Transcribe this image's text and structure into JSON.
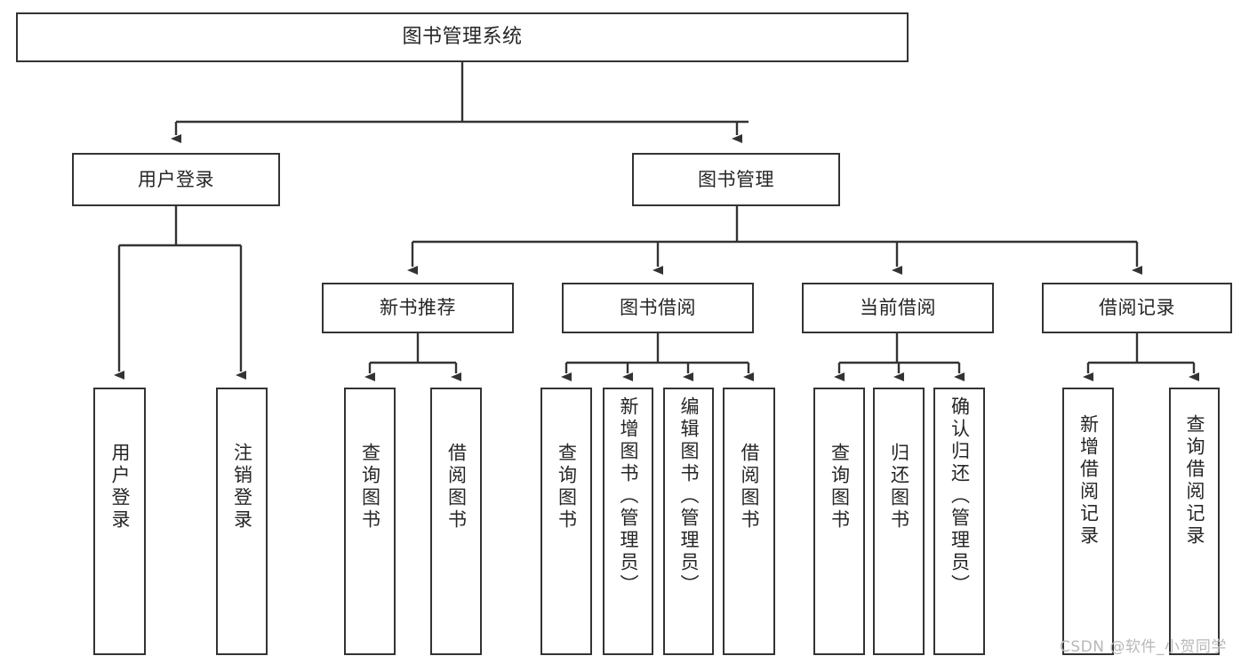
{
  "diagram": {
    "type": "tree-hierarchy",
    "title": "图书管理系统",
    "orientation": "top-down",
    "colors": {
      "box_border": "#333333",
      "box_fill": "#ffffff",
      "edge": "#333333",
      "text": "#262626",
      "watermark": "#b8b8b8",
      "background": "#ffffff"
    },
    "nodes": {
      "root": {
        "label": "图书管理系统",
        "level": 1
      },
      "l2": [
        {
          "id": "user-login",
          "label": "用户登录",
          "level": 2
        },
        {
          "id": "book-manage",
          "label": "图书管理",
          "level": 2
        }
      ],
      "l3": [
        {
          "id": "new-book-recommend",
          "label": "新书推荐",
          "level": 3,
          "parent": "book-manage"
        },
        {
          "id": "book-borrow",
          "label": "图书借阅",
          "level": 3,
          "parent": "book-manage"
        },
        {
          "id": "current-borrow",
          "label": "当前借阅",
          "level": 3,
          "parent": "book-manage"
        },
        {
          "id": "borrow-record",
          "label": "借阅记录",
          "level": 3,
          "parent": "book-manage"
        }
      ],
      "leaves": [
        {
          "id": "leaf-user-login",
          "label": "用户登录",
          "parent": "user-login"
        },
        {
          "id": "leaf-user-logout",
          "label": "注销登录",
          "parent": "user-login"
        },
        {
          "id": "leaf-query-book-1",
          "label": "查询图书",
          "parent": "new-book-recommend"
        },
        {
          "id": "leaf-borrow-book-1",
          "label": "借阅图书",
          "parent": "new-book-recommend"
        },
        {
          "id": "leaf-query-book-2",
          "label": "查询图书",
          "parent": "book-borrow"
        },
        {
          "id": "leaf-add-book",
          "label": "新增图书（管理员）",
          "parent": "book-borrow"
        },
        {
          "id": "leaf-edit-book",
          "label": "编辑图书（管理员）",
          "parent": "book-borrow"
        },
        {
          "id": "leaf-borrow-book-2",
          "label": "借阅图书",
          "parent": "book-borrow"
        },
        {
          "id": "leaf-query-book-3",
          "label": "查询图书",
          "parent": "current-borrow"
        },
        {
          "id": "leaf-return-book",
          "label": "归还图书",
          "parent": "current-borrow"
        },
        {
          "id": "leaf-confirm-return",
          "label": "确认归还（管理员）",
          "parent": "current-borrow"
        },
        {
          "id": "leaf-add-record",
          "label": "新增借阅记录",
          "parent": "borrow-record"
        },
        {
          "id": "leaf-query-record",
          "label": "查询借阅记录",
          "parent": "borrow-record"
        }
      ]
    }
  },
  "watermark": {
    "text": "CSDN @软件_小贺同学"
  }
}
